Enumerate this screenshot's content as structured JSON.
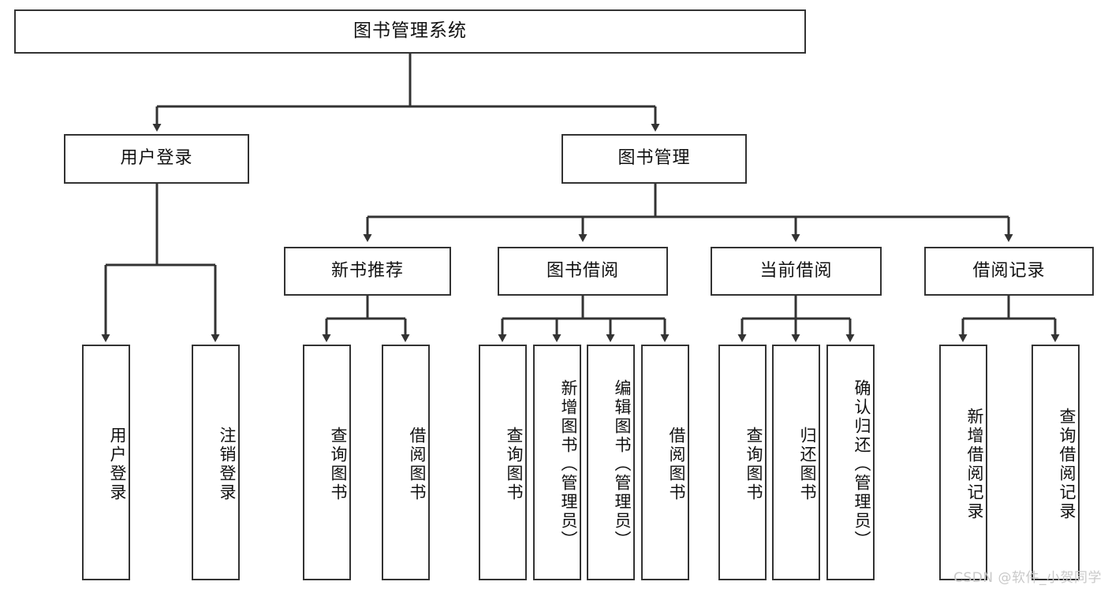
{
  "diagram": {
    "title": "图书管理系统",
    "type": "tree-hierarchy",
    "stroke_color": "#333333",
    "fill_color": "#ffffff",
    "text_color": "#111111"
  },
  "root": {
    "label": "图书管理系统"
  },
  "level2": [
    {
      "label": "用户登录"
    },
    {
      "label": "图书管理"
    }
  ],
  "level3": [
    {
      "label": "新书推荐"
    },
    {
      "label": "图书借阅"
    },
    {
      "label": "当前借阅"
    },
    {
      "label": "借阅记录"
    }
  ],
  "leaves": {
    "user_login": [
      {
        "label": "用户登录"
      },
      {
        "label": "注销登录"
      }
    ],
    "new_book": [
      {
        "label": "查询图书"
      },
      {
        "label": "借阅图书"
      }
    ],
    "book_borrow": [
      {
        "label": "查询图书"
      },
      {
        "label": "新增图书（管理员）"
      },
      {
        "label": "编辑图书（管理员）"
      },
      {
        "label": "借阅图书"
      }
    ],
    "current_borrow": [
      {
        "label": "查询图书"
      },
      {
        "label": "归还图书"
      },
      {
        "label": "确认归还（管理员）"
      }
    ],
    "borrow_record": [
      {
        "label": "新增借阅记录"
      },
      {
        "label": "查询借阅记录"
      }
    ]
  },
  "watermark": {
    "text": "CSDN @软件_小贺同学"
  }
}
